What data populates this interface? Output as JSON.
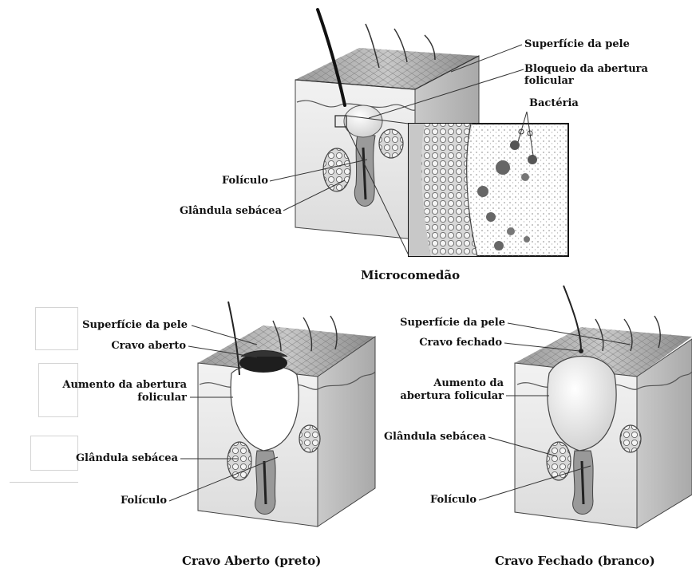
{
  "top": {
    "skin_surface": "Superfície da pele",
    "blockage": "Bloqueio da abertura folicular",
    "bacteria": "Bactéria",
    "follicle": "Folículo",
    "sebaceous_gland": "Glândula sebácea",
    "caption": "Microcomedão"
  },
  "bottom_left": {
    "skin_surface": "Superfície da pele",
    "open_comedo": "Cravo aberto",
    "enlarged_opening_line1": "Aumento da abertura",
    "enlarged_opening_line2": "folicular",
    "sebaceous_gland": "Glândula sebácea",
    "follicle": "Folículo",
    "caption": "Cravo Aberto (preto)"
  },
  "bottom_right": {
    "skin_surface": "Superfície da pele",
    "closed_comedo": "Cravo fechado",
    "enlarged_opening_line1": "Aumento da",
    "enlarged_opening_line2": "abertura folicular",
    "sebaceous_gland": "Glândula sebácea",
    "follicle": "Folículo",
    "caption": "Cravo Fechado (branco)"
  }
}
